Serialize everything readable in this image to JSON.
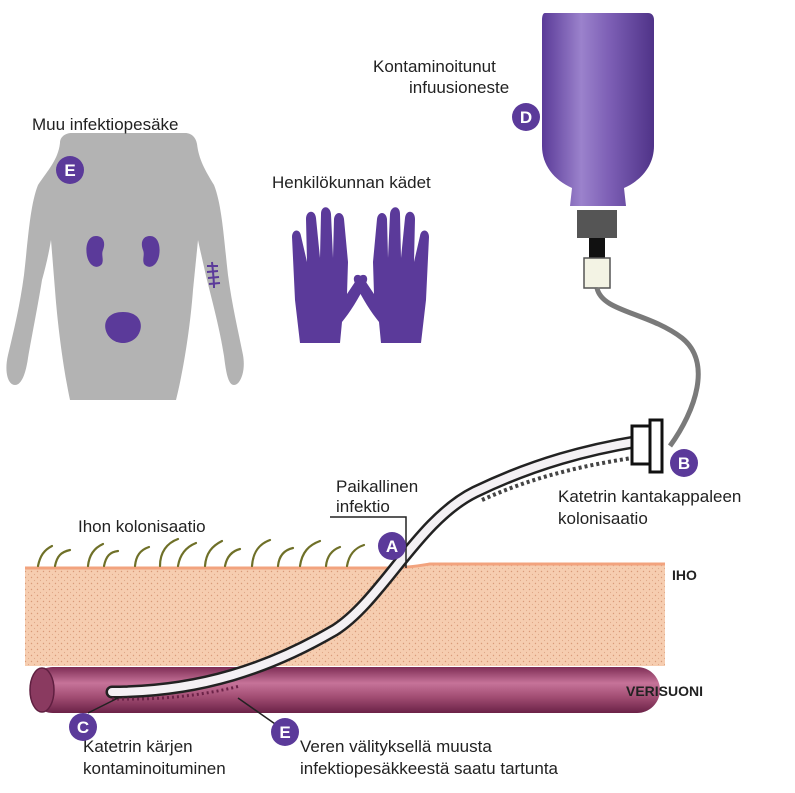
{
  "colors": {
    "accent_purple": "#5b3a9a",
    "bottle_purple": "#7d5fb5",
    "body_gray": "#b3b3b3",
    "skin_fill": "#f6cdb0",
    "skin_top": "#f2a37e",
    "vessel": "#a24d73",
    "tube_gray": "#808080"
  },
  "labels": {
    "contaminated_fluid": [
      "Kontaminoitunut",
      "infuusioneste"
    ],
    "other_focus": "Muu infektiopesäke",
    "staff_hands": "Henkilökunnan kädet",
    "local_infection": [
      "Paikallinen",
      "infektio"
    ],
    "skin_colonization": "Ihon kolonisaatio",
    "hub_colonization": [
      "Katetrin kantakappaleen",
      "kolonisaatio"
    ],
    "skin": "IHO",
    "vessel": "VERISUONI",
    "tip_contamination": [
      "Katetrin kärjen",
      "kontaminoituminen"
    ],
    "bloodborne": [
      "Veren välityksellä muusta",
      "infektiopesäkkeestä saatu tartunta"
    ]
  },
  "badges": {
    "a": "A",
    "b": "B",
    "c": "C",
    "d": "D",
    "e_body": "E",
    "e_vessel": "E"
  }
}
